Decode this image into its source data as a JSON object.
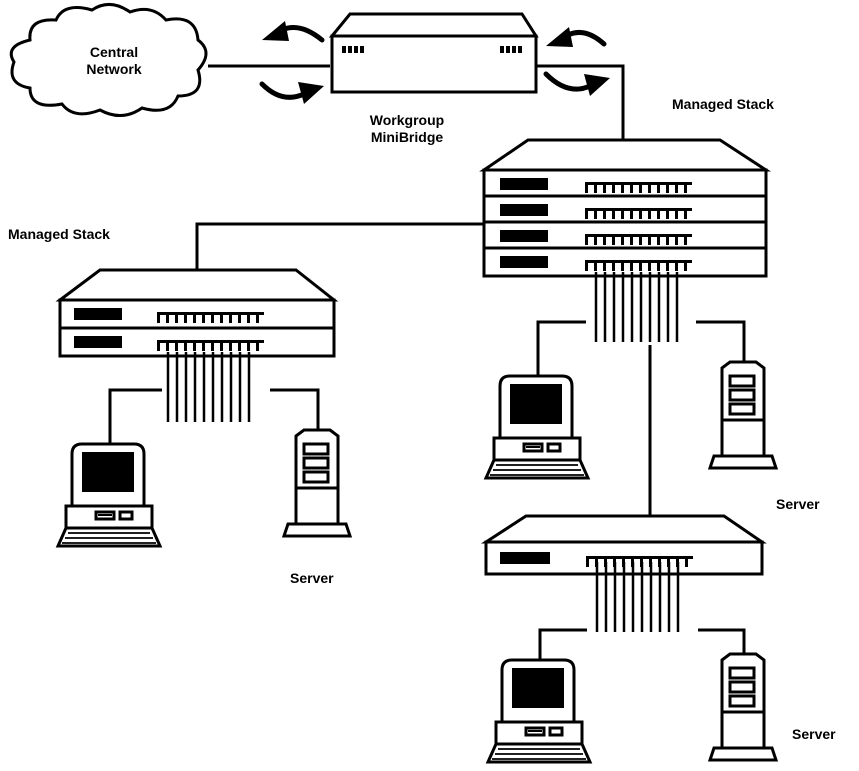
{
  "labels": {
    "central_network_line1": "Central",
    "central_network_line2": "Network",
    "bridge_line1": "Workgroup",
    "bridge_line2": "MiniBridge",
    "stack_right": "Managed Stack",
    "stack_left": "Managed Stack",
    "server_left": "Server",
    "server_right": "Server",
    "server_bottom": "Server"
  },
  "colors": {
    "ink": "#000000",
    "paper": "#ffffff"
  },
  "icons": [
    "cloud-icon",
    "bridge-icon",
    "hub-stack-icon",
    "workstation-icon",
    "server-tower-icon",
    "arrow-icon"
  ]
}
